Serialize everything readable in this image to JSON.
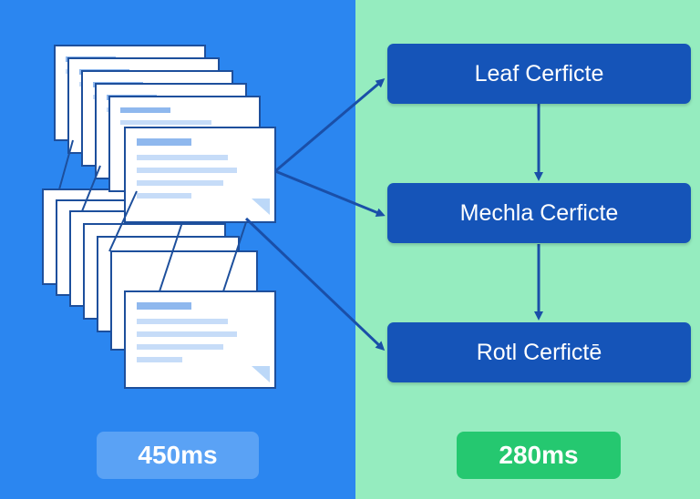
{
  "chain": {
    "leaf_label": "Leaf Cerficte",
    "intermediate_label": "Mechla Cerficte",
    "root_label": "Rotl Cerfictē"
  },
  "timings": {
    "left_value": "450ms",
    "right_value": "280ms"
  },
  "colors": {
    "left_background": "#2b86f0",
    "right_background": "#95ecbf",
    "cert_box": "#1554b8",
    "left_badge": "#5aa2f5",
    "right_badge": "#25c870",
    "arrow": "#1a4fa8"
  }
}
